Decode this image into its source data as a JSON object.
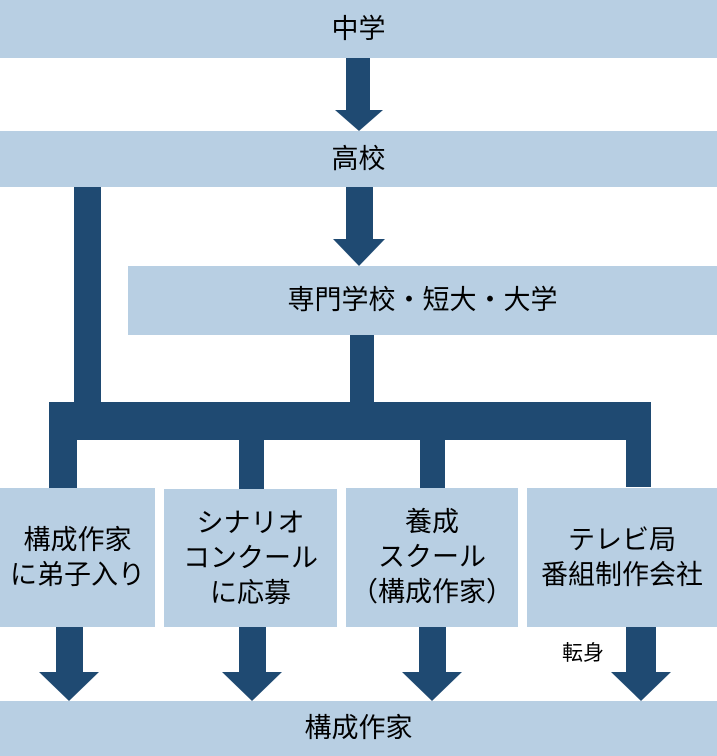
{
  "diagram": {
    "nodes": {
      "middle_school": "中学",
      "high_school": "高校",
      "higher_ed": "専門学校・短大・大学",
      "path_apprentice": "構成作家\nに弟子入り",
      "path_contest": "シナリオ\nコンクール\nに応募",
      "path_school": "養成\nスクール\n（構成作家）",
      "path_tv": "テレビ局\n番組制作会社",
      "goal": "構成作家"
    },
    "annotations": {
      "career_change": "転身"
    },
    "edges": [
      {
        "from": "middle_school",
        "to": "high_school"
      },
      {
        "from": "high_school",
        "to": "higher_ed"
      },
      {
        "from": "high_school",
        "to": "branch"
      },
      {
        "from": "higher_ed",
        "to": "branch"
      },
      {
        "from": "branch",
        "to": "path_apprentice"
      },
      {
        "from": "branch",
        "to": "path_contest"
      },
      {
        "from": "branch",
        "to": "path_school"
      },
      {
        "from": "branch",
        "to": "path_tv"
      },
      {
        "from": "path_apprentice",
        "to": "goal"
      },
      {
        "from": "path_contest",
        "to": "goal"
      },
      {
        "from": "path_school",
        "to": "goal"
      },
      {
        "from": "path_tv",
        "to": "goal",
        "label": "転身"
      }
    ]
  },
  "colors": {
    "box_fill": "#b8cfe3",
    "connector": "#1f4a72"
  }
}
